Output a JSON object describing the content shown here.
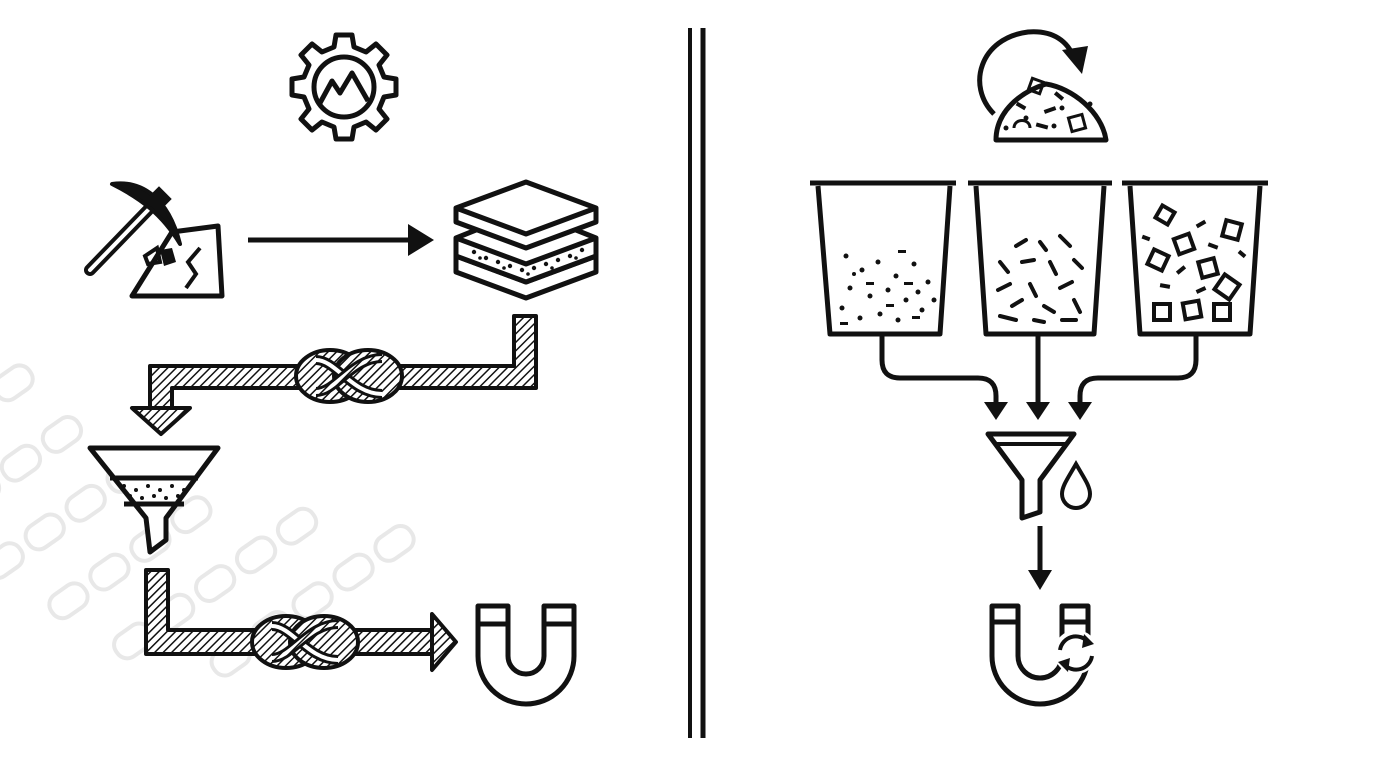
{
  "diagram": {
    "left_panel": {
      "steps": [
        {
          "icon": "gear-mountain-icon"
        },
        {
          "icon": "pickaxe-ore-icon"
        },
        {
          "icon": "stacked-layers-icon"
        },
        {
          "icon": "funnel-icon"
        },
        {
          "icon": "magnet-icon"
        }
      ],
      "connectors": [
        "straight-arrow",
        "knotted-pipe-arrow",
        "knotted-pipe-arrow"
      ]
    },
    "right_panel": {
      "steps": [
        {
          "icon": "recycle-pile-icon"
        },
        {
          "icon": "bin-fine-particles-icon"
        },
        {
          "icon": "bin-rods-icon"
        },
        {
          "icon": "bin-chunks-icon"
        },
        {
          "icon": "funnel-droplet-icon"
        },
        {
          "icon": "magnet-recycle-icon"
        }
      ]
    },
    "colors": {
      "ink": "#111111",
      "background": "#ffffff",
      "watermark": "#e6e6e6"
    }
  }
}
